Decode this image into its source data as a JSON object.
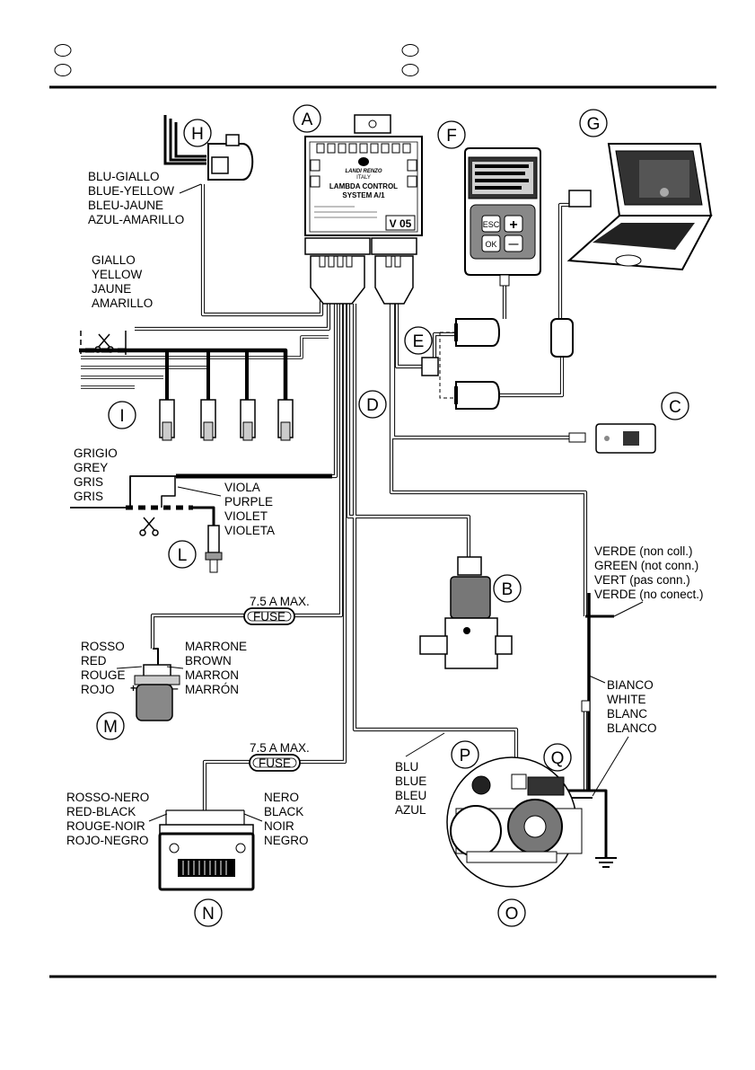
{
  "header": {
    "flags": [
      "",
      "",
      "",
      ""
    ]
  },
  "ecu": {
    "brand": "LANDI RENZO",
    "country": "ITALY",
    "line1": "LAMBDA CONTROL",
    "line2": "SYSTEM A/1",
    "version": "V 05"
  },
  "handheld": {
    "esc": "ESC",
    "ok": "OK",
    "plus": "+",
    "minus": "—"
  },
  "components": {
    "A": "A",
    "B": "B",
    "C": "C",
    "D": "D",
    "E": "E",
    "F": "F",
    "G": "G",
    "H": "H",
    "I": "I",
    "L": "L",
    "M": "M",
    "N": "N",
    "O": "O",
    "P": "P",
    "Q": "Q"
  },
  "labels": {
    "blu_giallo": [
      "BLU-GIALLO",
      "BLUE-YELLOW",
      "BLEU-JAUNE",
      "AZUL-AMARILLO"
    ],
    "giallo": [
      "GIALLO",
      "YELLOW",
      "JAUNE",
      "AMARILLO"
    ],
    "grigio": [
      "GRIGIO",
      "GREY",
      "GRIS",
      "GRIS"
    ],
    "viola": [
      "VIOLA",
      "PURPLE",
      "VIOLET",
      "VIOLETA"
    ],
    "verde": [
      "VERDE (non coll.)",
      "GREEN (not conn.)",
      "VERT (pas conn.)",
      "VERDE (no conect.)"
    ],
    "bianco": [
      "BIANCO",
      "WHITE",
      "BLANC",
      "BLANCO"
    ],
    "rosso": [
      "ROSSO",
      "RED",
      "ROUGE",
      "ROJO"
    ],
    "marrone": [
      "MARRONE",
      "BROWN",
      "MARRON",
      "MARRÓN"
    ],
    "blu": [
      "BLU",
      "BLUE",
      "BLEU",
      "AZUL"
    ],
    "rosso_nero": [
      "ROSSO-NERO",
      "RED-BLACK",
      "ROUGE-NOIR",
      "ROJO-NEGRO"
    ],
    "nero": [
      "NERO",
      "BLACK",
      "NOIR",
      "NEGRO"
    ]
  },
  "fuse": {
    "label": "FUSE",
    "rating": "7.5 A MAX."
  }
}
